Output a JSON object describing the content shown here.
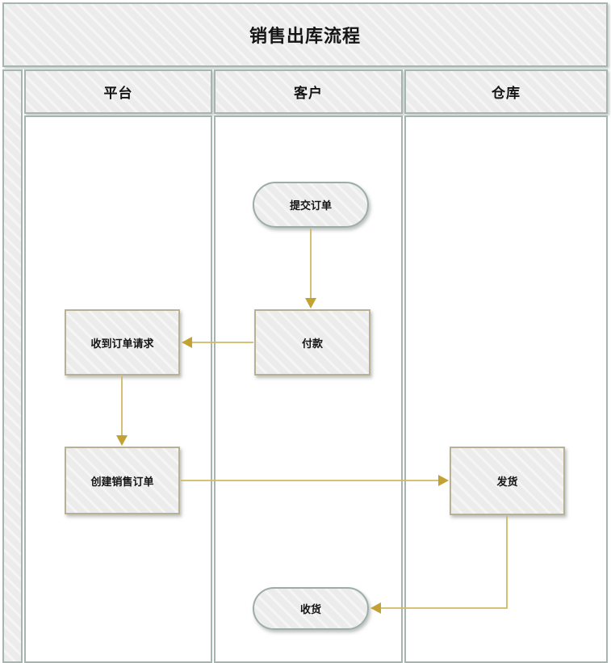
{
  "title": "销售出库流程",
  "lanes": [
    {
      "id": "platform",
      "label": "平台"
    },
    {
      "id": "customer",
      "label": "客户"
    },
    {
      "id": "warehouse",
      "label": "仓库"
    }
  ],
  "nodes": [
    {
      "id": "submit-order",
      "label": "提交订单",
      "shape": "terminator",
      "lane": "客户"
    },
    {
      "id": "payment",
      "label": "付款",
      "shape": "process",
      "lane": "客户"
    },
    {
      "id": "receive-order-request",
      "label": "收到订单请求",
      "shape": "process",
      "lane": "平台"
    },
    {
      "id": "create-sales-order",
      "label": "创建销售订单",
      "shape": "process",
      "lane": "平台"
    },
    {
      "id": "ship-goods",
      "label": "发货",
      "shape": "process",
      "lane": "仓库"
    },
    {
      "id": "receive-goods",
      "label": "收货",
      "shape": "terminator",
      "lane": "客户"
    }
  ],
  "edges": [
    {
      "from": "submit-order",
      "to": "payment"
    },
    {
      "from": "payment",
      "to": "receive-order-request"
    },
    {
      "from": "receive-order-request",
      "to": "create-sales-order"
    },
    {
      "from": "create-sales-order",
      "to": "ship-goods"
    },
    {
      "from": "ship-goods",
      "to": "receive-goods"
    }
  ],
  "colors": {
    "hatch_base": "#ececec",
    "hatch_stripe": "#f5f5f5",
    "frame_border": "#a6b5af",
    "process_border": "#b9b195",
    "terminator_border": "#9cada6",
    "arrow_line": "#cfb963",
    "arrow_head": "#c2a233",
    "text": "#141414"
  }
}
